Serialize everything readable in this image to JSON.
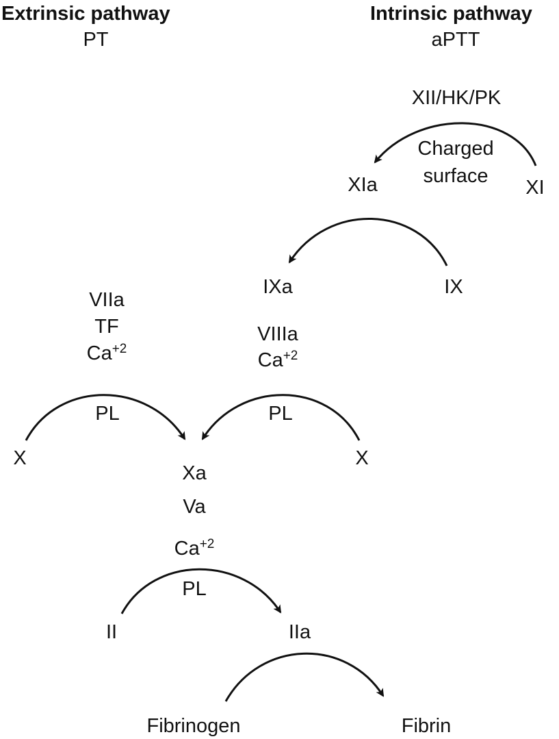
{
  "headers": {
    "extrinsic_title": "Extrinsic pathway",
    "extrinsic_test": "PT",
    "intrinsic_title": "Intrinsic pathway",
    "intrinsic_test": "aPTT"
  },
  "intrinsic": {
    "activators": "XII/HK/PK",
    "surface_line1": "Charged",
    "surface_line2": "surface",
    "xi": "XI",
    "xia": "XIa",
    "ix": "IX",
    "ixa": "IXa",
    "cofactor": "VIIIa",
    "ca": "Ca",
    "ca_charge": "+2",
    "pl": "PL",
    "x": "X"
  },
  "extrinsic": {
    "factor": "VIIa",
    "tf": "TF",
    "ca": "Ca",
    "ca_charge": "+2",
    "pl": "PL",
    "x": "X"
  },
  "common": {
    "xa": "Xa",
    "va": "Va",
    "ca": "Ca",
    "ca_charge": "+2",
    "pl": "PL",
    "ii": "II",
    "iia": "IIa",
    "fibrinogen": "Fibrinogen",
    "fibrin": "Fibrin"
  },
  "colors": {
    "ink": "#111111",
    "background": "#ffffff"
  }
}
